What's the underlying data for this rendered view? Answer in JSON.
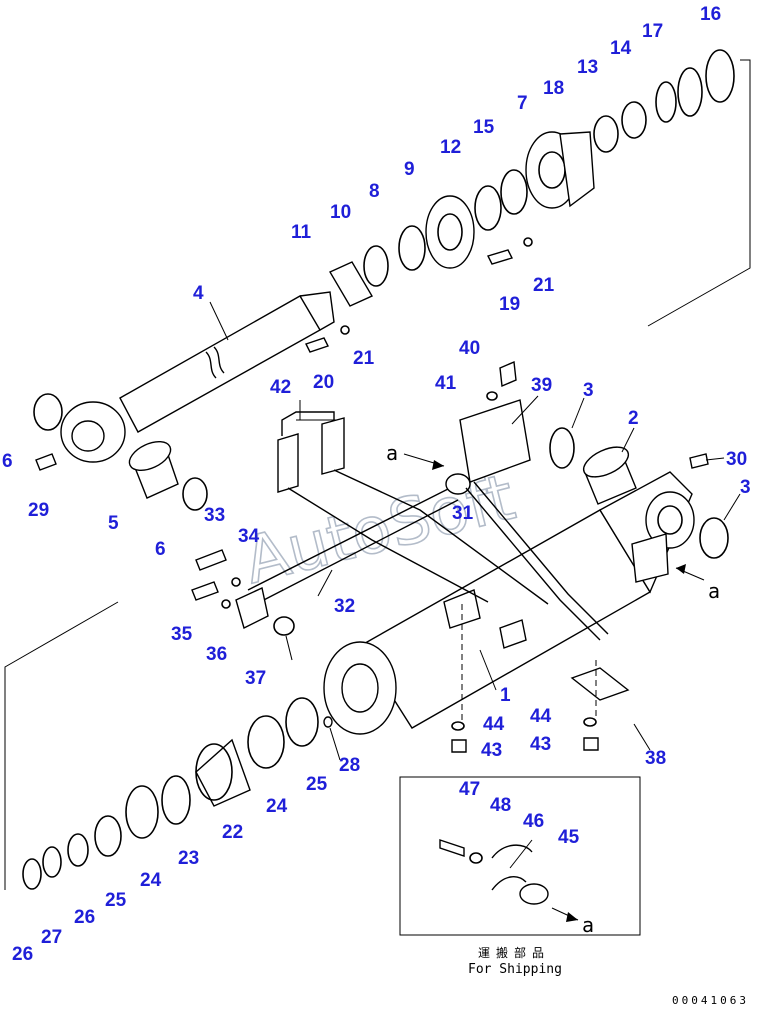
{
  "labels": {
    "l1": "1",
    "l2": "2",
    "l3a": "3",
    "l3b": "3",
    "l4": "4",
    "l5": "5",
    "l6a": "6",
    "l6b": "6",
    "l7": "7",
    "l8": "8",
    "l9": "9",
    "l10": "10",
    "l11": "11",
    "l12": "12",
    "l13": "13",
    "l14": "14",
    "l15": "15",
    "l16": "16",
    "l17": "17",
    "l18": "18",
    "l19": "19",
    "l20": "20",
    "l21a": "21",
    "l21b": "21",
    "l22": "22",
    "l23": "23",
    "l24": "24",
    "l25a": "25",
    "l25b": "25",
    "l26a": "26",
    "l26b": "26",
    "l27": "27",
    "l28": "28",
    "l29": "29",
    "l30": "30",
    "l31": "31",
    "l32": "32",
    "l33": "33",
    "l34": "34",
    "l35": "35",
    "l36": "36",
    "l37": "37",
    "l38": "38",
    "l39": "39",
    "l40": "40",
    "l41": "41",
    "l42": "42",
    "l43a": "43",
    "l43b": "43",
    "l44a": "44",
    "l44b": "44",
    "l45": "45",
    "l46": "46",
    "l47": "47",
    "l48": "48"
  },
  "refs": {
    "a1": "a",
    "a2": "a",
    "a3": "a"
  },
  "shipping": {
    "jp": "運搬部品",
    "en": "For Shipping"
  },
  "drawing_code": "00041063",
  "watermark": "AutoSoft",
  "colors": {
    "label": "#1f1fd8",
    "line": "#000000",
    "watermark": "#9aa6b8"
  }
}
